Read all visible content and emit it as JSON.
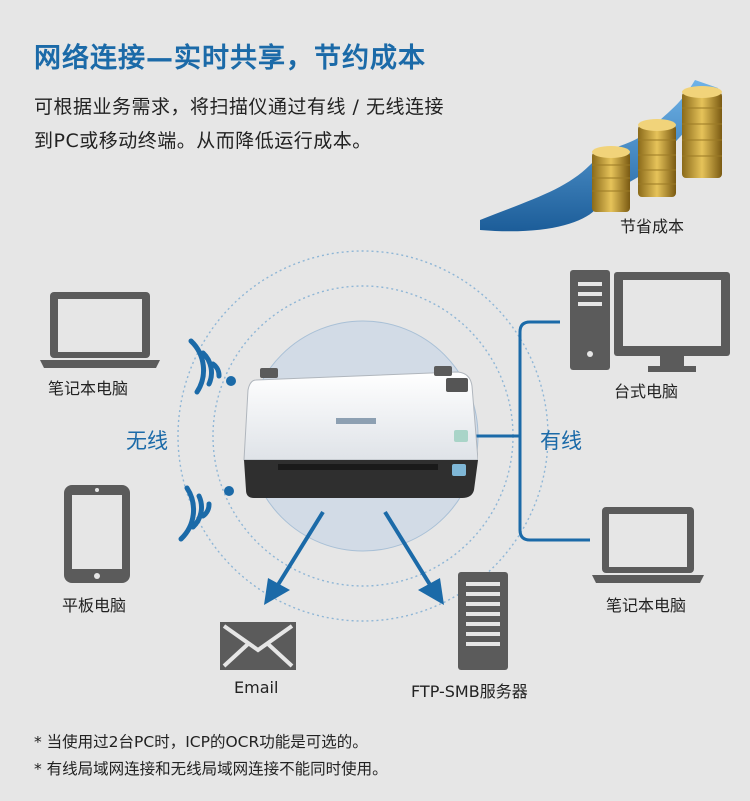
{
  "header": {
    "title": "网络连接—实时共享，节约成本",
    "desc_line1": "可根据业务需求，将扫描仪通过有线 / 无线连接",
    "desc_line2": "到PC或移动终端。从而降低运行成本。"
  },
  "savings": {
    "label": "节省成本"
  },
  "devices": {
    "laptop_wireless": "笔记本电脑",
    "tablet": "平板电脑",
    "desktop": "台式电脑",
    "laptop_wired": "笔记本电脑",
    "email": "Email",
    "ftp": "FTP-SMB服务器"
  },
  "connection": {
    "wireless": "无线",
    "wired": "有线"
  },
  "notes": {
    "line1": "* 当使用过2台PC时，ICP的OCR功能是可选的。",
    "line2": "* 有线局域网连接和无线局域网连接不能同时使用。"
  },
  "colors": {
    "accent": "#1b6aa8",
    "device_gray": "#5b5b5b",
    "background": "#e6e6e6"
  },
  "icons": [
    "laptop-icon",
    "tablet-icon",
    "desktop-icon",
    "email-icon",
    "server-icon",
    "wifi-icon",
    "scanner-icon",
    "coin-chart-icon"
  ]
}
